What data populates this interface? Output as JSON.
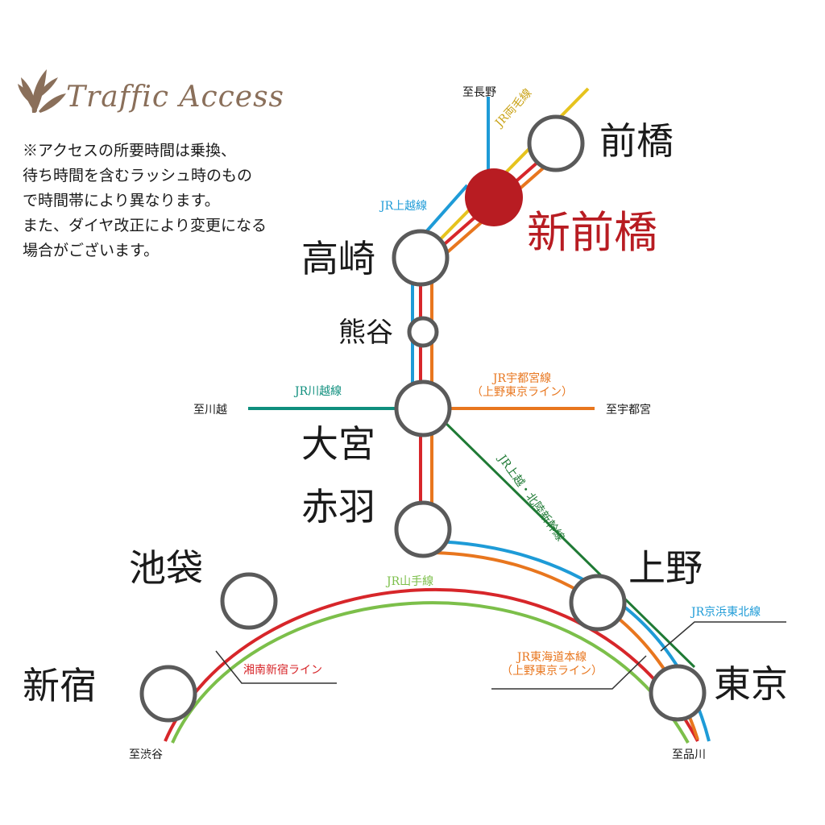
{
  "header": {
    "title": "Traffic Access"
  },
  "note": [
    "※アクセスの所要時間は乗換、",
    "待ち時間を含むラッシュ時のもの",
    "で時間帯により異なります。",
    "また、ダイヤ改正により変更になる",
    "場合がございます。"
  ],
  "stations": {
    "maebashi": "前橋",
    "shinmaebashi": "新前橋",
    "takasaki": "高崎",
    "kumagaya": "熊谷",
    "omiya": "大宮",
    "akabane": "赤羽",
    "ikebukuro": "池袋",
    "shinjuku": "新宿",
    "ueno": "上野",
    "tokyo": "東京"
  },
  "directions": {
    "to_kawagoe": "至川越",
    "to_utsunomiya": "至宇都宮",
    "to_shibuya": "至渋谷",
    "to_shinagawa": "至品川",
    "to_top": "至長野"
  },
  "lines": {
    "ryomo": "JR両毛線",
    "joetsu": "JR上越線",
    "kawagoe": "JR川越線",
    "utsunomiya_1": "JR宇都宮線",
    "utsunomiya_2": "（上野東京ライン）",
    "shinkansen": "JR上越・北陸新幹線",
    "yamanote": "JR山手線",
    "shonan": "湘南新宿ライン",
    "tokaido_1": "JR東海道本線",
    "tokaido_2": "（上野東京ライン）",
    "keihin": "JR京浜東北線"
  },
  "colors": {
    "highlight": "#b81c22",
    "joetsu": "#1e9bd7",
    "ryomo": "#e6c31e",
    "kawagoe": "#0f8f7e",
    "utsunomiya": "#e8761e",
    "shinkansen": "#1f7a35",
    "yamanote": "#7cbf4a",
    "shonan": "#d7262a",
    "keihin": "#1e9bd7",
    "station_ring": "#5a5a5a",
    "accent": "#8a6f5a"
  }
}
